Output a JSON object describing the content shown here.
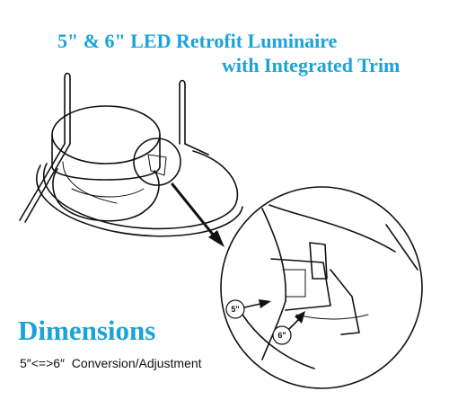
{
  "title": {
    "line1": "5\" & 6\" LED  Retrofit Luminaire",
    "line2": "with Integrated Trim"
  },
  "dimensions": {
    "heading": "Dimensions",
    "sizes": "5″<=>6″",
    "caption": "Conversion/Adjustment"
  },
  "callouts": {
    "five": "5\"",
    "six": "6\""
  },
  "colors": {
    "heading": "#1aa3d9",
    "lineart": "#111111"
  }
}
